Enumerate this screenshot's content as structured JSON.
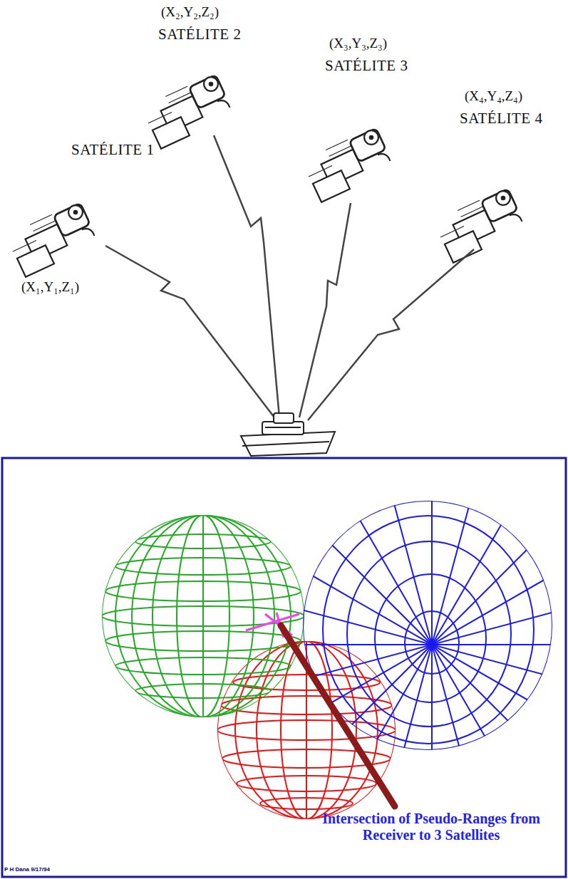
{
  "diagram": {
    "labels": [
      "SATÉLITE 1",
      "(X₁,Y₁,Z₁)",
      "(X₂,Y₂,Z₂)",
      "SATÉLITE 2",
      "(X₃,Y₃,Z₃)",
      "SATÉLITE 3",
      "(X₄,Y₄,Z₄)",
      "SATÉLITE 4",
      "Intersection of Pseudo-Ranges from Receiver to 3 Satellites",
      "P H Dana 9/17/94"
    ]
  }
}
